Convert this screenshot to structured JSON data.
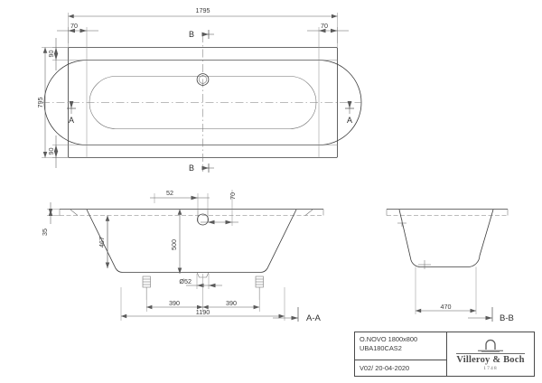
{
  "drawing": {
    "product_title": "O.NOVO 1800x800",
    "article_code": "UBA180CAS2",
    "revision": "V02/ 20-04-2020",
    "brand": {
      "name": "Villeroy & Boch",
      "year": "1748",
      "logo_icon": "fountain-icon"
    }
  },
  "plan_view": {
    "name": "top-plan-view",
    "dimensions": {
      "overall_length": "1795",
      "overall_width": "795",
      "rim_left": "70",
      "rim_right": "70",
      "rim_top": "90",
      "rim_bottom": "90"
    },
    "section_markers": {
      "left_a": "A",
      "right_a": "A",
      "top_b": "B",
      "bottom_b": "B"
    }
  },
  "section_aa": {
    "name": "section-a-a",
    "label": "A-A",
    "dimensions": {
      "rim_thickness": "35",
      "inner_depth": "467",
      "overall_depth": "500",
      "waste_diameter": "Ø52",
      "overflow_offset": "52",
      "overflow_edge": "70",
      "foot_left_spacing": "390",
      "foot_right_spacing": "390",
      "foot_span": "1190"
    }
  },
  "section_bb": {
    "name": "section-b-b",
    "label": "B-B",
    "dimensions": {
      "base_width": "470"
    }
  },
  "colors": {
    "line": "#4a4a4a",
    "dimension": "#5a5a5a",
    "center": "#7a7a7a",
    "text": "#3a3a3a",
    "background": "#ffffff"
  }
}
